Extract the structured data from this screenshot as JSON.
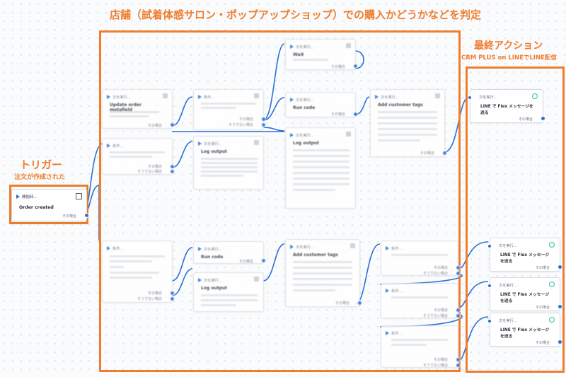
{
  "annotations": {
    "main_title": "店舗（試着体感サロン・ポップアップショップ）での購入かどうかなどを判定",
    "trigger_title": "トリガー",
    "trigger_subtitle": "注文が作成された",
    "final_title": "最終アクション",
    "final_subtitle": "CRM PLUS on LINEでLINE配信",
    "accent_color": "#ef7d2e"
  },
  "trigger": {
    "header": "開始時...",
    "title": "Order created",
    "footer": "その場合",
    "icon": "shopify-icon"
  },
  "final_actions": [
    {
      "header": "次を実行...",
      "title": "LINE で Flex メッセージを送る",
      "footer": "その場合"
    },
    {
      "header": "次を実行...",
      "title": "LINE で Flex メッセージを送る",
      "footer": "その場合"
    },
    {
      "header": "次を実行...",
      "title": "LINE で Flex メッセージを送る",
      "footer": "その場合"
    },
    {
      "header": "次を実行...",
      "title": "LINE で Flex メッセージを送る",
      "footer": "その場合"
    }
  ],
  "flow_cards": [
    {
      "header": "次を実行...",
      "title": "Update order metafield"
    },
    {
      "header": "条件...",
      "title": ""
    },
    {
      "header": "次を実行...",
      "title": "Wait"
    },
    {
      "header": "次を実行...",
      "title": "Run code"
    },
    {
      "header": "次を実行...",
      "title": "Add customer tags"
    },
    {
      "header": "条件...",
      "title": ""
    },
    {
      "header": "次を実行...",
      "title": "Log output"
    },
    {
      "header": "次を実行...",
      "title": "Log output"
    },
    {
      "header": "条件...",
      "title": ""
    },
    {
      "header": "次を実行...",
      "title": "Run code"
    },
    {
      "header": "次を実行...",
      "title": "Add customer tags"
    },
    {
      "header": "次を実行...",
      "title": "Log output"
    },
    {
      "header": "条件...",
      "title": ""
    },
    {
      "header": "条件...",
      "title": ""
    },
    {
      "header": "条件...",
      "title": ""
    }
  ],
  "labels": {
    "if_true": "その場合",
    "if_false": "そうでない場合"
  }
}
